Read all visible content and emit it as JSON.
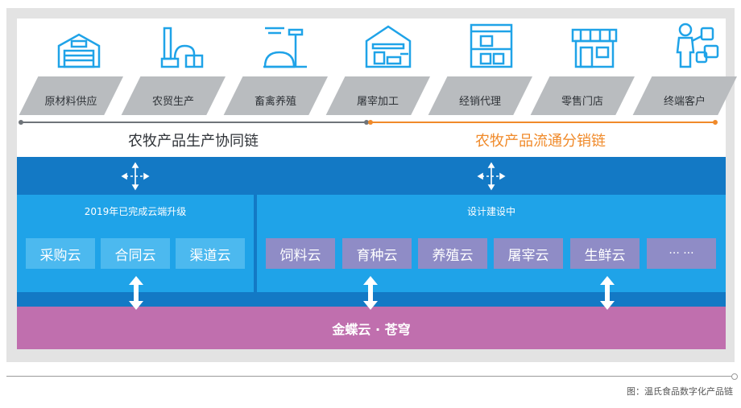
{
  "chain": {
    "items": [
      {
        "label": "原材料供应",
        "icon": "warehouse-icon"
      },
      {
        "label": "农贸生产",
        "icon": "factory-icon"
      },
      {
        "label": "畜禽养殖",
        "icon": "farm-icon"
      },
      {
        "label": "屠宰加工",
        "icon": "processing-plant-icon"
      },
      {
        "label": "经销代理",
        "icon": "distribution-shelf-icon"
      },
      {
        "label": "零售门店",
        "icon": "store-icon"
      },
      {
        "label": "终端客户",
        "icon": "customer-icon"
      }
    ],
    "production_title": "农牧产品生产协同链",
    "distribution_title": "农牧产品流通分销链"
  },
  "cloud": {
    "done_label": "2019年已完成云端升级",
    "done_tiles": [
      "采购云",
      "合同云",
      "渠道云"
    ],
    "plan_label": "设计建设中",
    "plan_tiles": [
      "饲料云",
      "育种云",
      "养殖云",
      "屠宰云",
      "生鲜云",
      "··· ···"
    ]
  },
  "base_label": "金蝶云 · 苍穹",
  "caption": "图：温氏食品数字化产品链",
  "colors": {
    "dark_blue": "#1379c5",
    "mid_blue": "#1fa3e8",
    "light_blue_tile": "#4cb9ef",
    "purple_tile": "#8f8cc6",
    "magenta_base": "#c06fae",
    "orange": "#f08a2a",
    "gray_chain": "#b9bcbf"
  }
}
